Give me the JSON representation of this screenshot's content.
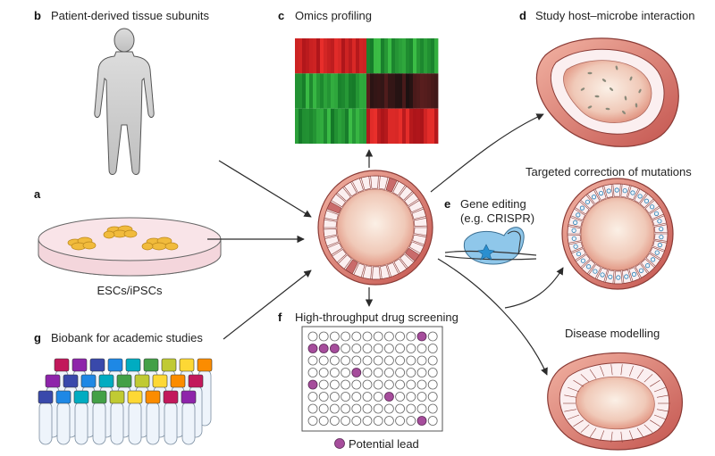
{
  "panels": {
    "b": {
      "letter": "b",
      "title": "Patient-derived tissue subunits"
    },
    "c": {
      "letter": "c",
      "title": "Omics profiling"
    },
    "d": {
      "letter": "d",
      "title": "Study host–microbe interaction"
    },
    "a": {
      "letter": "a",
      "caption": "ESCs/iPSCs"
    },
    "e": {
      "letter": "e",
      "title_line1": "Gene editing",
      "title_line2": "(e.g. CRISPR)"
    },
    "correction": {
      "title": "Targeted correction of mutations"
    },
    "f": {
      "letter": "f",
      "title": "High-throughput drug screening",
      "legend": "Potential lead"
    },
    "g": {
      "letter": "g",
      "title": "Biobank for academic studies"
    },
    "disease": {
      "title": "Disease modelling"
    }
  },
  "colors": {
    "arrow": "#2b2b2b",
    "organoid_fill": "#e8a08e",
    "organoid_lumen": "#f6e3d6",
    "cell_fill": "#fbeff0",
    "cell_dark": "#c96b6b",
    "heatmap_red": "#d6262a",
    "heatmap_green": "#2fae3c",
    "heatmap_black": "#1a1a1a",
    "well_hit": "#a64d9c",
    "dish_fill": "#f4d6dc",
    "cluster": "#f1bb3c",
    "crispr_blue": "#8fc7ea"
  },
  "icons": [
    "human-silhouette-icon",
    "petri-dish-icon",
    "test-tube-rack-icon",
    "heatmap",
    "organoid",
    "well-plate",
    "crispr-icon"
  ],
  "well_plate": {
    "rows": 8,
    "cols": 12,
    "hits": [
      [
        0,
        10
      ],
      [
        1,
        0
      ],
      [
        1,
        1
      ],
      [
        1,
        2
      ],
      [
        3,
        4
      ],
      [
        4,
        0
      ],
      [
        5,
        7
      ],
      [
        7,
        10
      ]
    ]
  }
}
